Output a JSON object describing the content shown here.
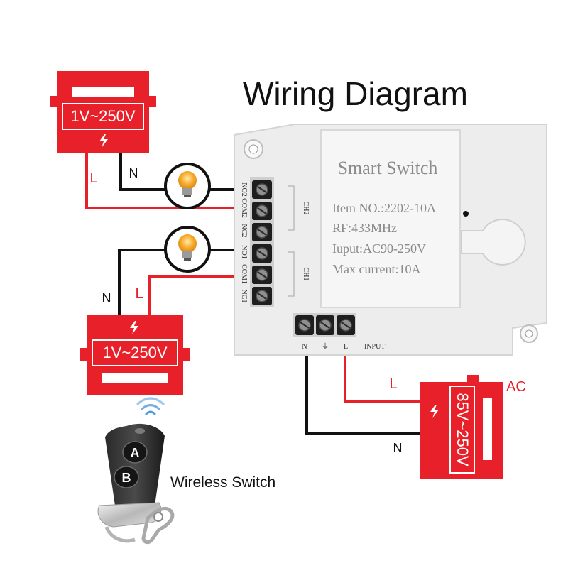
{
  "title": "Wiring Diagram",
  "colors": {
    "red": "#e8202a",
    "wire_black": "#111111",
    "device": "#ededed",
    "bulb": "#f5a623"
  },
  "device": {
    "name": "Smart Switch",
    "specs": [
      "Item NO.:2202-10A",
      "RF:433MHz",
      "Iuput:AC90-250V",
      "Max current:10A"
    ],
    "terminals": [
      "NO2",
      "COM2",
      "NC2",
      "NO1",
      "COM1",
      "NC1"
    ],
    "channel_labels": [
      "CH2",
      "CH1"
    ],
    "input_terminals": [
      "N",
      "⏚",
      "L"
    ],
    "input_label": "INPUT"
  },
  "supplies": {
    "top": {
      "voltage": "1V~250V"
    },
    "left": {
      "voltage": "1V~250V"
    },
    "ac": {
      "voltage": "85V~250V",
      "tag": "AC"
    }
  },
  "wire_labels": {
    "top_l": "L",
    "top_n": "N",
    "left_n": "N",
    "left_l": "L",
    "ac_l": "L",
    "ac_n": "N"
  },
  "remote": {
    "button_a": "A",
    "button_b": "B",
    "caption": "Wireless Switch"
  },
  "icons": [
    "bolt-icon",
    "bulb-icon",
    "signal-waves-icon",
    "remote-control-icon"
  ]
}
